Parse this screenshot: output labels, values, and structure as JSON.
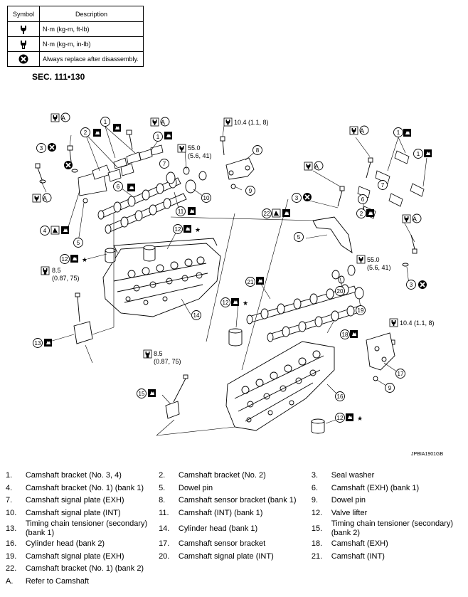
{
  "legend": {
    "header_symbol": "Symbol",
    "header_description": "Description",
    "rows": [
      {
        "icon": "torque-wrench-icon",
        "text": "N·m (kg-m, ft-lb)"
      },
      {
        "icon": "torque-wrench-inlb-icon",
        "text": "N·m (kg-m, in-lb)"
      },
      {
        "icon": "replace-x-icon",
        "text": "Always replace after disassembly."
      }
    ]
  },
  "section": "SEC. 111•130",
  "callouts": {
    "torque_bracket_top": "10.4 (1.1, 8)",
    "torque_bracket_right": "10.4 (1.1, 8)",
    "torque_sprocket_left_a": "55.0",
    "torque_sprocket_left_b": "(5.6, 41)",
    "torque_sprocket_right_a": "55.0",
    "torque_sprocket_right_b": "(5.6, 41)",
    "torque_tensioner_a": "8.5",
    "torque_tensioner_b": "(0.87, 75)",
    "torque_sensor_a": "8.5",
    "torque_sensor_b": "(0.87, 75)",
    "ref_a": "A",
    "star": "★",
    "n1": "1",
    "n2": "2",
    "n3": "3",
    "n4": "4",
    "n5": "5",
    "n6": "6",
    "n7": "7",
    "n8": "8",
    "n9": "9",
    "n10": "10",
    "n11": "11",
    "n12": "12",
    "n13": "13",
    "n14": "14",
    "n15": "15",
    "n16": "16",
    "n17": "17",
    "n18": "18",
    "n19": "19",
    "n20": "20",
    "n21": "21",
    "n22": "22"
  },
  "figure_id": "JPBIA1901GB",
  "parts": [
    [
      {
        "n": "1.",
        "t": "Camshaft bracket (No. 3, 4)"
      },
      {
        "n": "2.",
        "t": "Camshaft bracket (No. 2)"
      },
      {
        "n": "3.",
        "t": "Seal washer"
      }
    ],
    [
      {
        "n": "4.",
        "t": "Camshaft bracket (No. 1) (bank 1)"
      },
      {
        "n": "5.",
        "t": "Dowel pin"
      },
      {
        "n": "6.",
        "t": "Camshaft (EXH) (bank 1)"
      }
    ],
    [
      {
        "n": "7.",
        "t": "Camshaft signal plate (EXH)"
      },
      {
        "n": "8.",
        "t": "Camshaft sensor bracket (bank 1)"
      },
      {
        "n": "9.",
        "t": "Dowel pin"
      }
    ],
    [
      {
        "n": "10.",
        "t": "Camshaft signal plate (INT)"
      },
      {
        "n": "11.",
        "t": "Camshaft (INT) (bank 1)"
      },
      {
        "n": "12.",
        "t": "Valve lifter"
      }
    ],
    [
      {
        "n": "13.",
        "t": "Timing chain tensioner (secondary) (bank 1)"
      },
      {
        "n": "14.",
        "t": "Cylinder head (bank 1)"
      },
      {
        "n": "15.",
        "t": "Timing chain tensioner (secondary) (bank 2)"
      }
    ],
    [
      {
        "n": "16.",
        "t": "Cylinder head (bank 2)"
      },
      {
        "n": "17.",
        "t": "Camshaft sensor bracket"
      },
      {
        "n": "18.",
        "t": "Camshaft (EXH)"
      }
    ],
    [
      {
        "n": "19.",
        "t": "Camshaft signal plate (EXH)"
      },
      {
        "n": "20.",
        "t": "Camshaft signal plate (INT)"
      },
      {
        "n": "21.",
        "t": "Camshaft (INT)"
      }
    ],
    [
      {
        "n": "22.",
        "t": "Camshaft bracket (No. 1) (bank 2)"
      },
      {
        "n": "",
        "t": ""
      },
      {
        "n": "",
        "t": ""
      }
    ],
    [
      {
        "n": "A.",
        "t": "Refer to Camshaft"
      },
      {
        "n": "",
        "t": ""
      },
      {
        "n": "",
        "t": ""
      }
    ]
  ]
}
